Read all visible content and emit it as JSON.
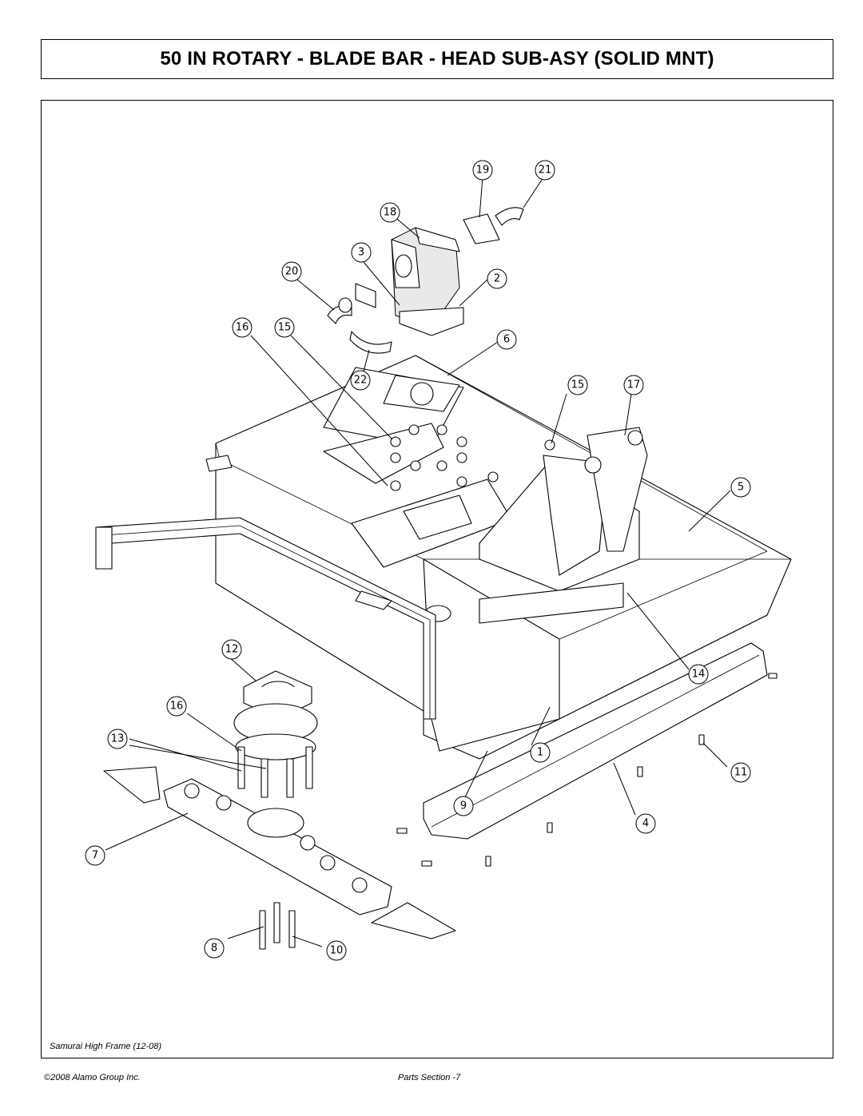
{
  "header": {
    "title": "50 IN ROTARY - BLADE BAR - HEAD SUB-ASY (SOLID MNT)"
  },
  "diagram": {
    "callouts": [
      "19",
      "21",
      "18",
      "3",
      "20",
      "2",
      "16",
      "15",
      "6",
      "22",
      "15",
      "17",
      "5",
      "12",
      "14",
      "16",
      "13",
      "1",
      "11",
      "9",
      "4",
      "7",
      "8",
      "10"
    ]
  },
  "footer": {
    "subtitle": "Samurai High Frame (12-08)",
    "copyright": "©2008 Alamo Group Inc.",
    "page": "Parts Section -7"
  }
}
